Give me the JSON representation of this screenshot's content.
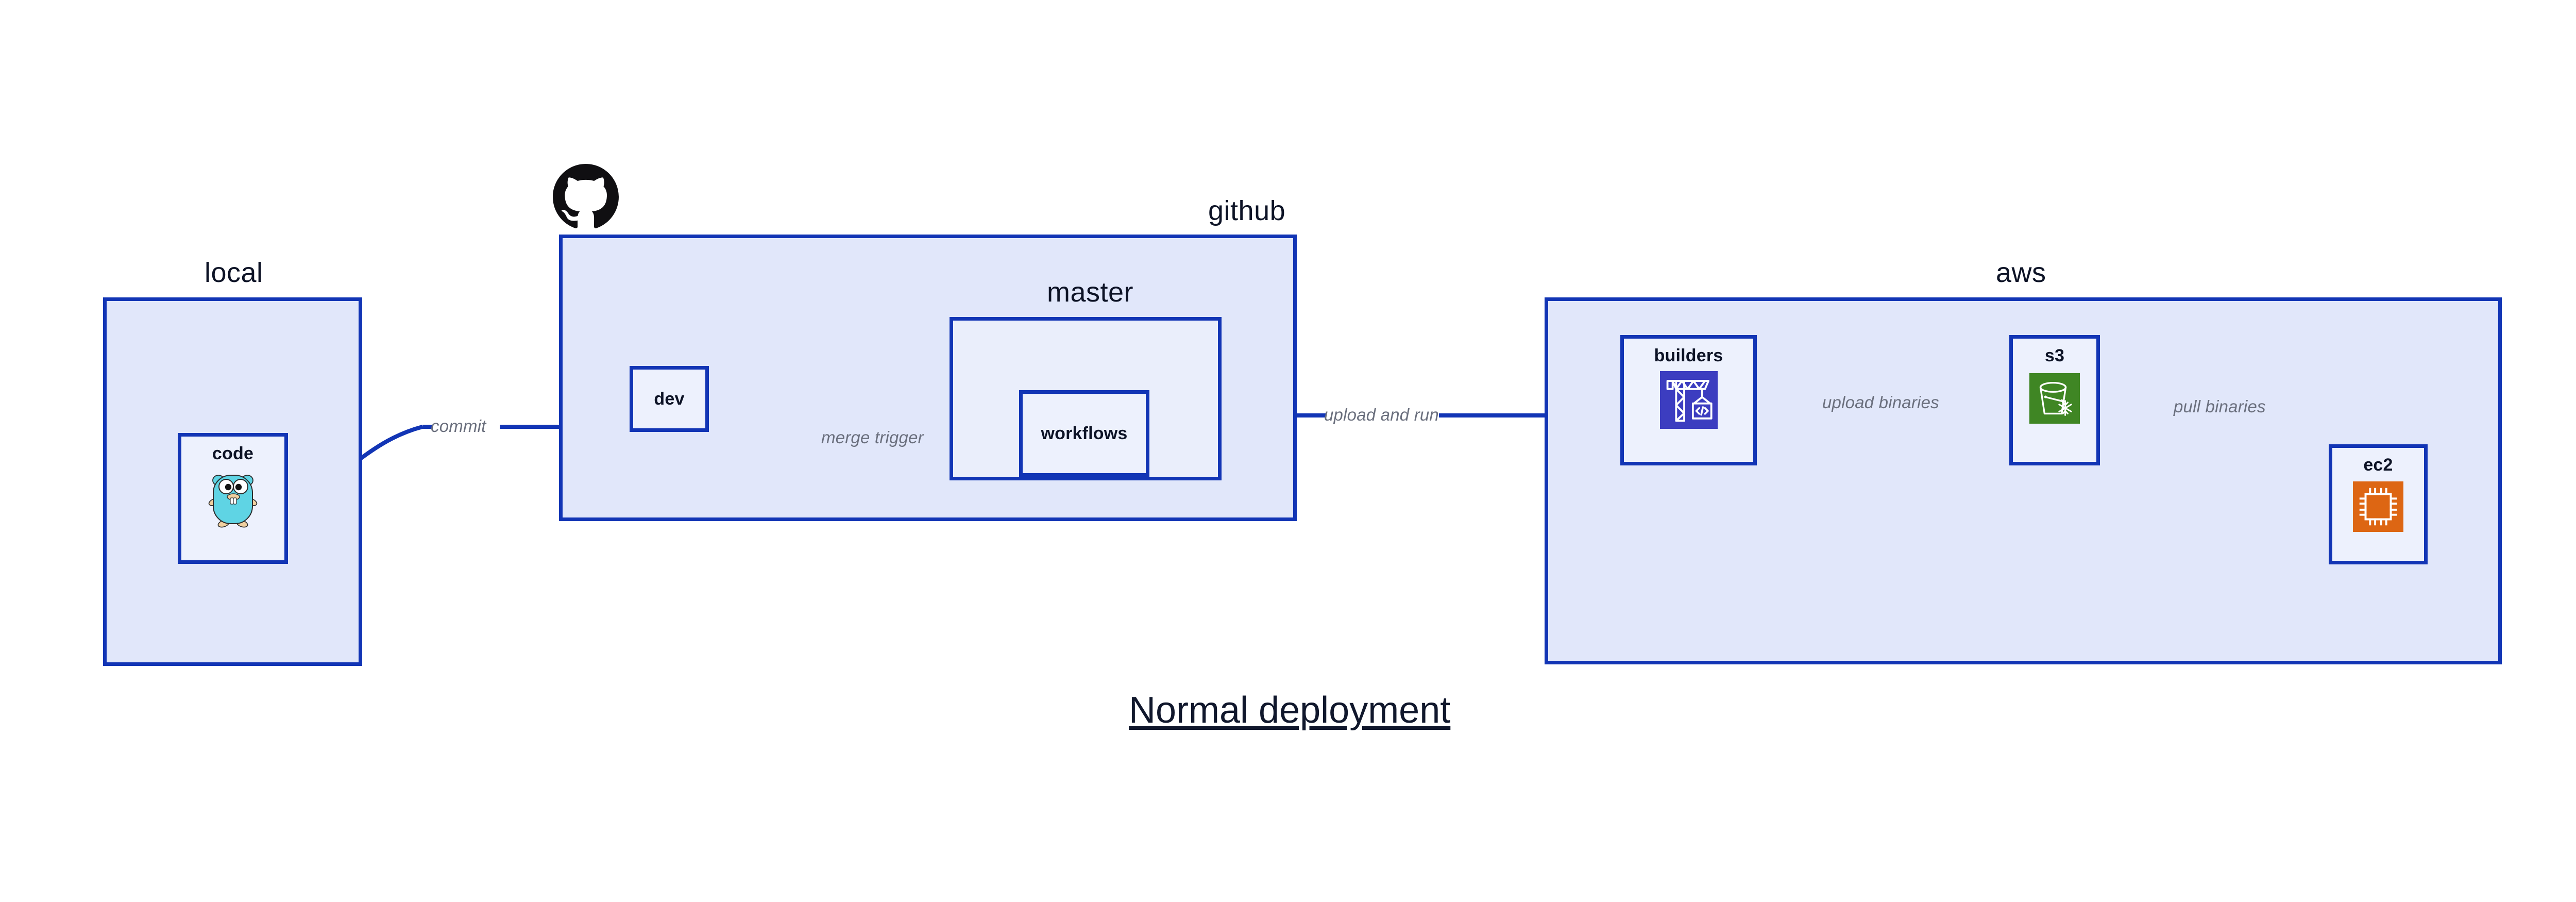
{
  "diagram": {
    "title": "Normal deployment",
    "background": "#ffffff",
    "accent_border": "#1235b5",
    "group_fill": "#e1e7fa",
    "node_fill": "#edf1fd",
    "edge_label_color": "#6a6f7d",
    "title_color": "#10172c"
  },
  "groups": {
    "local": {
      "label": "local"
    },
    "github": {
      "label": "github"
    },
    "master": {
      "label": "master"
    },
    "aws": {
      "label": "aws"
    }
  },
  "nodes": {
    "code": {
      "label": "code",
      "icon": "go-gopher-icon"
    },
    "dev": {
      "label": "dev",
      "icon": "none"
    },
    "workflows": {
      "label": "workflows",
      "icon": "none"
    },
    "builders": {
      "label": "builders",
      "icon": "aws-codebuild-crane-icon",
      "icon_color": "#3c3dc0"
    },
    "s3": {
      "label": "s3",
      "icon": "aws-s3-bucket-icon",
      "icon_color": "#3f8624"
    },
    "ec2": {
      "label": "ec2",
      "icon": "aws-ec2-chip-icon",
      "icon_color": "#dd6613"
    }
  },
  "edges": [
    {
      "id": "commit",
      "label": "commit",
      "from": "code",
      "to": "dev"
    },
    {
      "id": "merge-trigger",
      "label": "merge trigger",
      "from": "dev",
      "to": "workflows"
    },
    {
      "id": "upload-run",
      "label": "upload and run",
      "from": "workflows",
      "to": "builders"
    },
    {
      "id": "upload-bin",
      "label": "upload binaries",
      "from": "builders",
      "to": "s3"
    },
    {
      "id": "pull-bin",
      "label": "pull binaries",
      "from": "s3",
      "to": "ec2"
    }
  ],
  "icons": {
    "github_mark": "github-octocat-icon"
  }
}
